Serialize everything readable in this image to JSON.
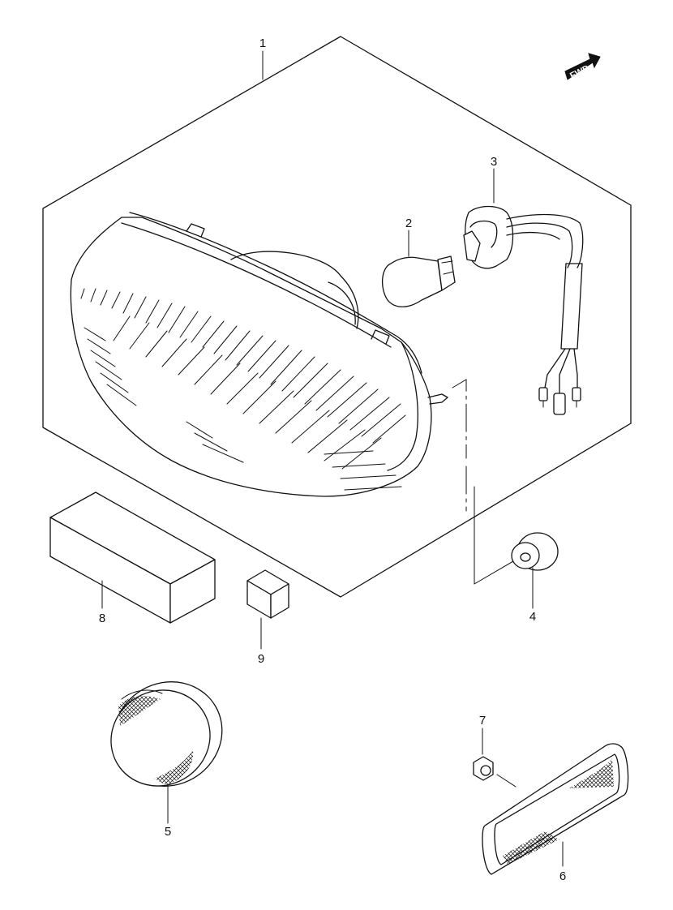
{
  "fwd_label": "FWD",
  "callouts": [
    {
      "id": "1"
    },
    {
      "id": "2"
    },
    {
      "id": "3"
    },
    {
      "id": "4"
    },
    {
      "id": "5"
    },
    {
      "id": "6"
    },
    {
      "id": "7"
    },
    {
      "id": "8"
    },
    {
      "id": "9"
    }
  ]
}
